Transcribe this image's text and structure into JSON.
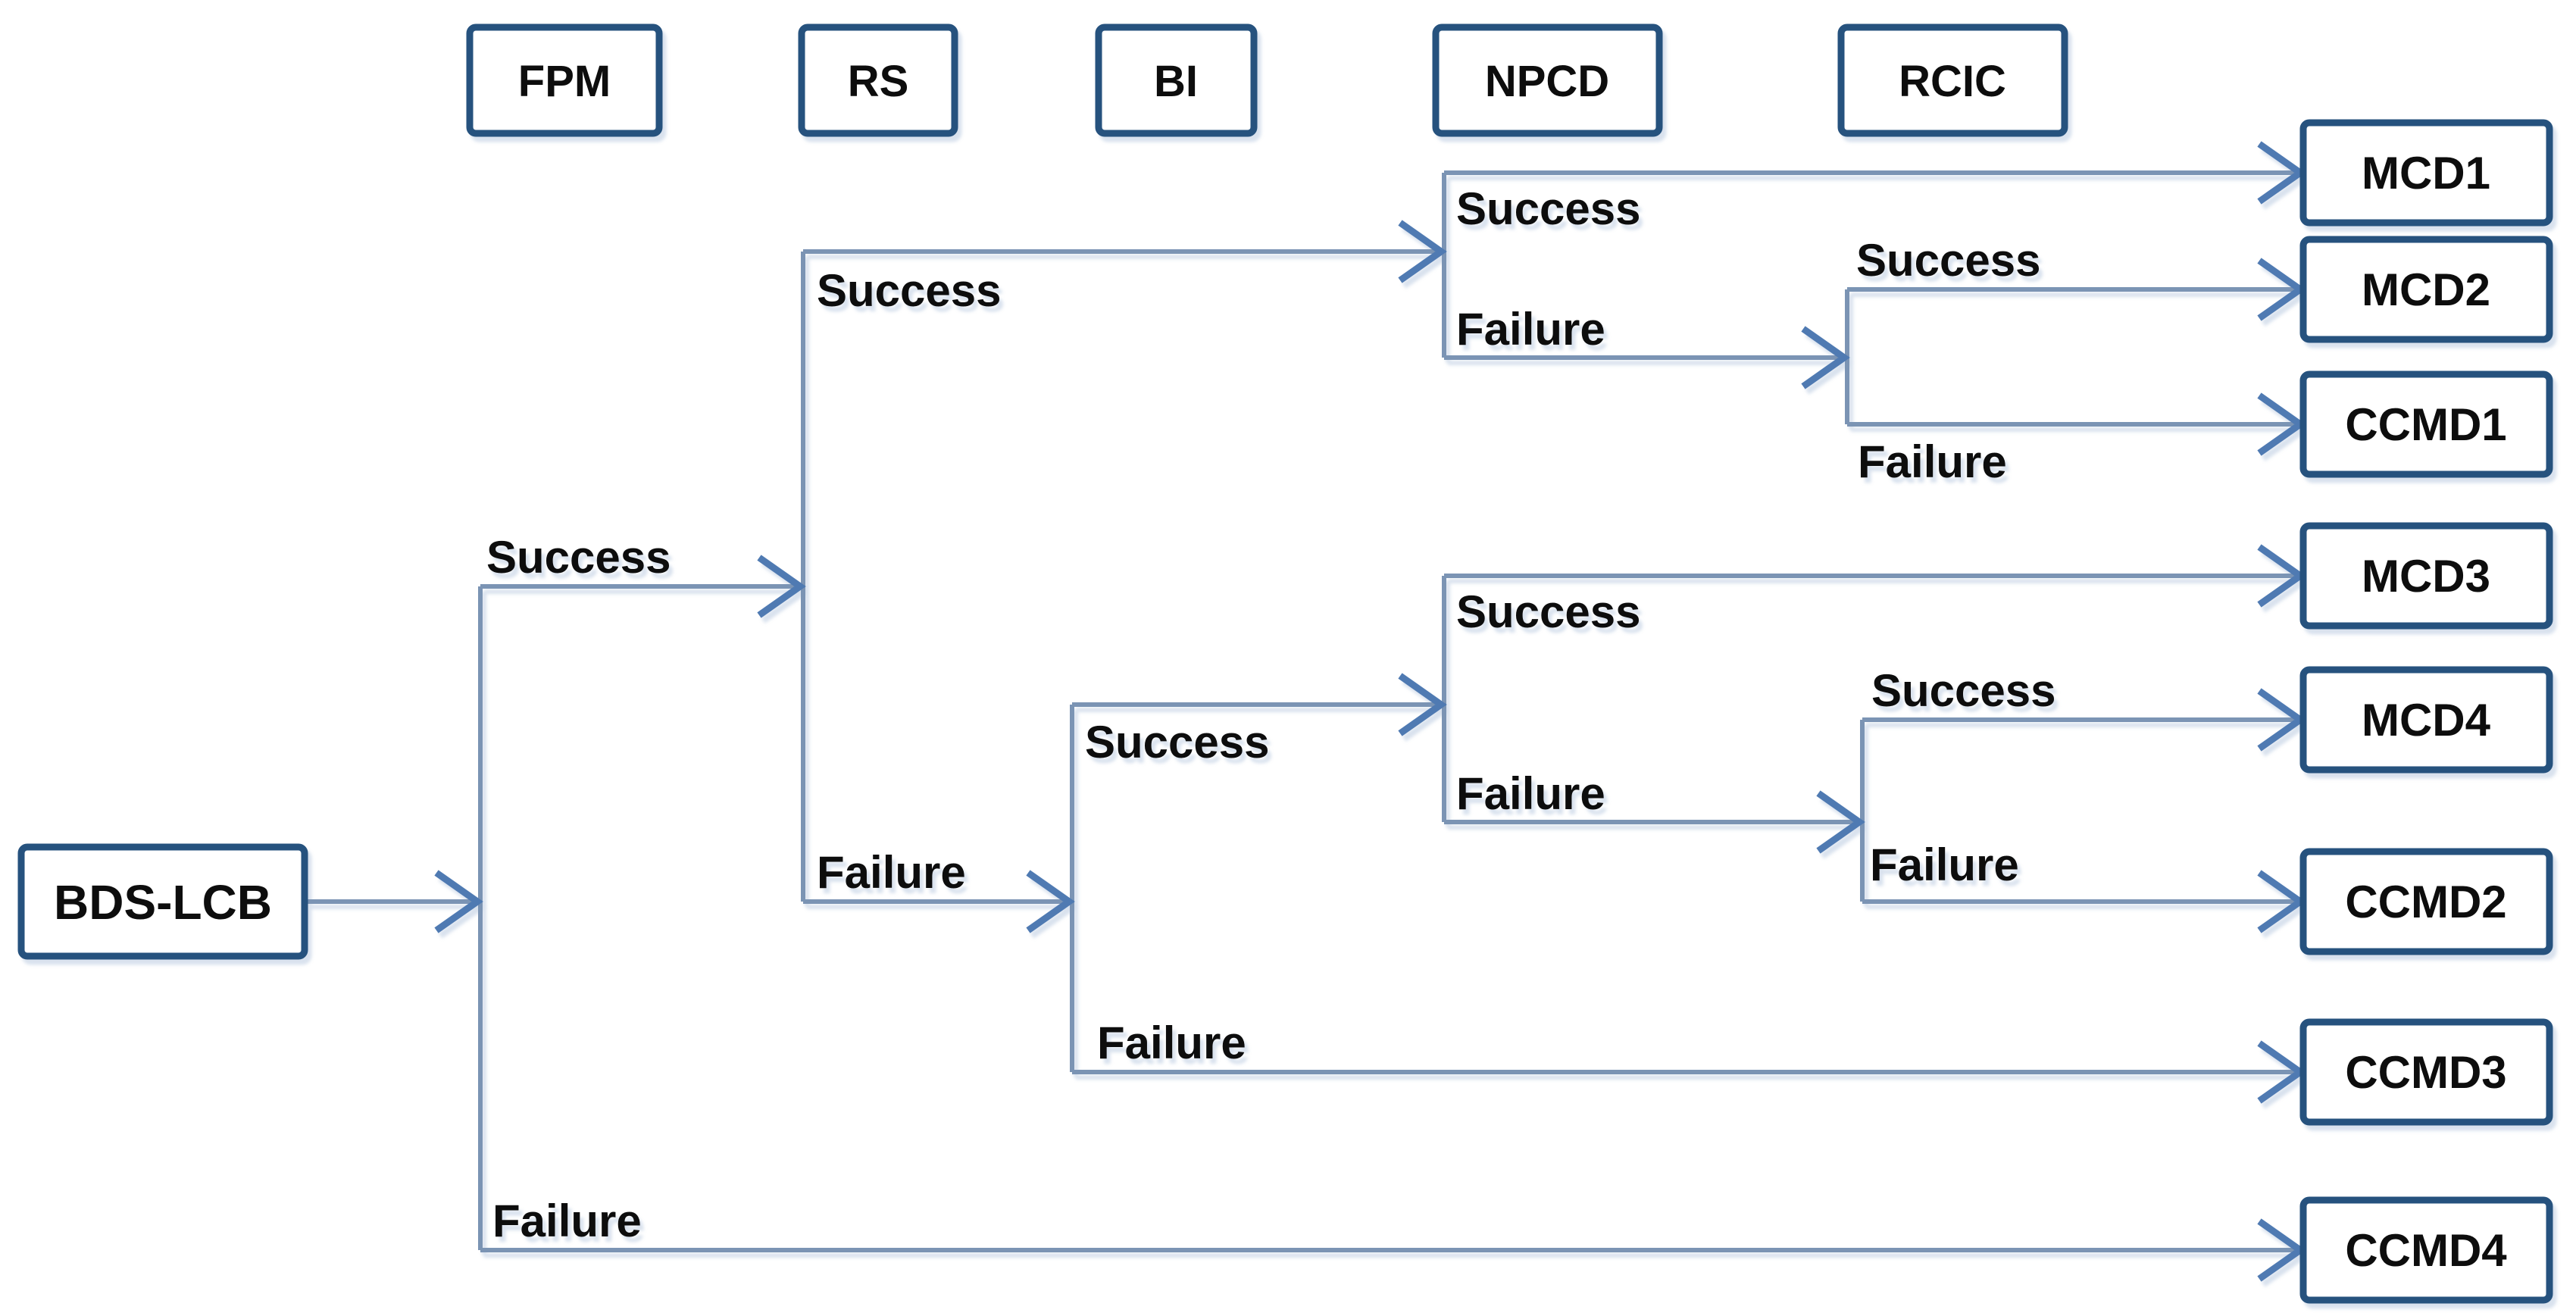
{
  "diagram": {
    "type": "event-tree",
    "colors": {
      "line": "#7b94b4",
      "arrowhead": "#4f7ab2",
      "box_border": "#26527e",
      "box_fill": "#ffffff",
      "text": "#0d0d0d",
      "background": "#ffffff"
    },
    "root": {
      "label": "BDS-LCB"
    },
    "headers": [
      {
        "label": "FPM"
      },
      {
        "label": "RS"
      },
      {
        "label": "BI"
      },
      {
        "label": "NPCD"
      },
      {
        "label": "RCIC"
      }
    ],
    "terminals": [
      {
        "label": "MCD1"
      },
      {
        "label": "MCD2"
      },
      {
        "label": "CCMD1"
      },
      {
        "label": "MCD3"
      },
      {
        "label": "MCD4"
      },
      {
        "label": "CCMD2"
      },
      {
        "label": "CCMD3"
      },
      {
        "label": "CCMD4"
      }
    ],
    "branch_labels": [
      {
        "branch": "FPM",
        "outcome": "success",
        "text": "Success"
      },
      {
        "branch": "FPM",
        "outcome": "failure",
        "text": "Failure"
      },
      {
        "branch": "RS",
        "outcome": "success",
        "text": "Success"
      },
      {
        "branch": "RS",
        "outcome": "failure",
        "text": "Failure"
      },
      {
        "branch": "BI",
        "outcome": "success",
        "text": "Success"
      },
      {
        "branch": "BI",
        "outcome": "failure",
        "text": "Failure"
      },
      {
        "branch": "NPCD-upper",
        "outcome": "success",
        "text": "Success"
      },
      {
        "branch": "NPCD-upper",
        "outcome": "failure",
        "text": "Failure"
      },
      {
        "branch": "NPCD-lower",
        "outcome": "success",
        "text": "Success"
      },
      {
        "branch": "NPCD-lower",
        "outcome": "failure",
        "text": "Failure"
      },
      {
        "branch": "RCIC-upper",
        "outcome": "success",
        "text": "Success"
      },
      {
        "branch": "RCIC-upper",
        "outcome": "failure",
        "text": "Failure"
      },
      {
        "branch": "RCIC-lower",
        "outcome": "success",
        "text": "Success"
      },
      {
        "branch": "RCIC-lower",
        "outcome": "failure",
        "text": "Failure"
      }
    ],
    "paths": [
      {
        "sequence": [
          "BDS-LCB",
          "FPM:Success",
          "RS:Success",
          "NPCD:Success"
        ],
        "end_state": "MCD1"
      },
      {
        "sequence": [
          "BDS-LCB",
          "FPM:Success",
          "RS:Success",
          "NPCD:Failure",
          "RCIC:Success"
        ],
        "end_state": "MCD2"
      },
      {
        "sequence": [
          "BDS-LCB",
          "FPM:Success",
          "RS:Success",
          "NPCD:Failure",
          "RCIC:Failure"
        ],
        "end_state": "CCMD1"
      },
      {
        "sequence": [
          "BDS-LCB",
          "FPM:Success",
          "RS:Failure",
          "BI:Success",
          "NPCD:Success"
        ],
        "end_state": "MCD3"
      },
      {
        "sequence": [
          "BDS-LCB",
          "FPM:Success",
          "RS:Failure",
          "BI:Success",
          "NPCD:Failure",
          "RCIC:Success"
        ],
        "end_state": "MCD4"
      },
      {
        "sequence": [
          "BDS-LCB",
          "FPM:Success",
          "RS:Failure",
          "BI:Success",
          "NPCD:Failure",
          "RCIC:Failure"
        ],
        "end_state": "CCMD2"
      },
      {
        "sequence": [
          "BDS-LCB",
          "FPM:Success",
          "RS:Failure",
          "BI:Failure"
        ],
        "end_state": "CCMD3"
      },
      {
        "sequence": [
          "BDS-LCB",
          "FPM:Failure"
        ],
        "end_state": "CCMD4"
      }
    ]
  }
}
